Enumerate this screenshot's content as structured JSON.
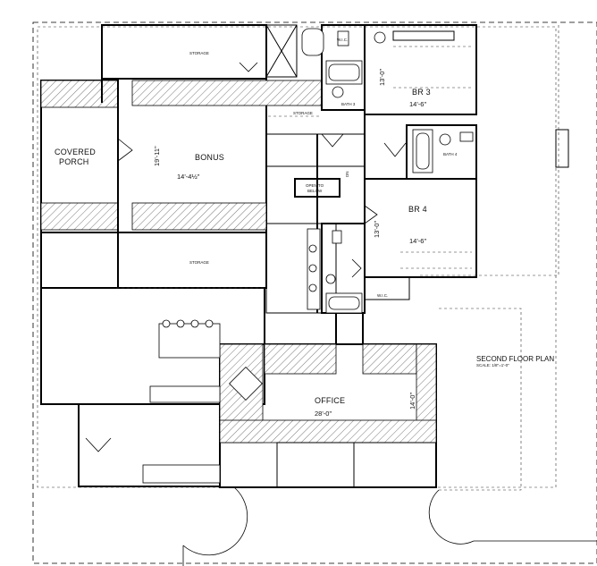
{
  "plan": {
    "title": "SECOND FLOOR PLAN",
    "scale": "SCALE: 1/8\"=1'-0\""
  },
  "rooms": {
    "storage_top": "STORAGE",
    "covered_porch_line1": "COVERED",
    "covered_porch_line2": "PORCH",
    "bonus": "BONUS",
    "bonus_dim_w": "14'-4½\"",
    "bonus_dim_h": "19'-11\"",
    "open_to_below_line1": "OPEN TO",
    "open_to_below_line2": "BELOW",
    "storage_mid": "STORAGE",
    "br3": "BR 3",
    "br3_dim_w": "14'-6\"",
    "br3_dim_h": "13'-0\"",
    "bath3": "BATH 3",
    "storage_small": "STORAGE",
    "bath4": "BATH 4",
    "br4": "BR 4",
    "br4_dim_w": "14'-6\"",
    "br4_dim_h": "13'-0\"",
    "wic": "W.I.C.",
    "wic_top": "W.I.C.",
    "dn": "DN",
    "office": "OFFICE",
    "office_dim_w": "28'-0\"",
    "office_dim_h": "14'-0\""
  }
}
